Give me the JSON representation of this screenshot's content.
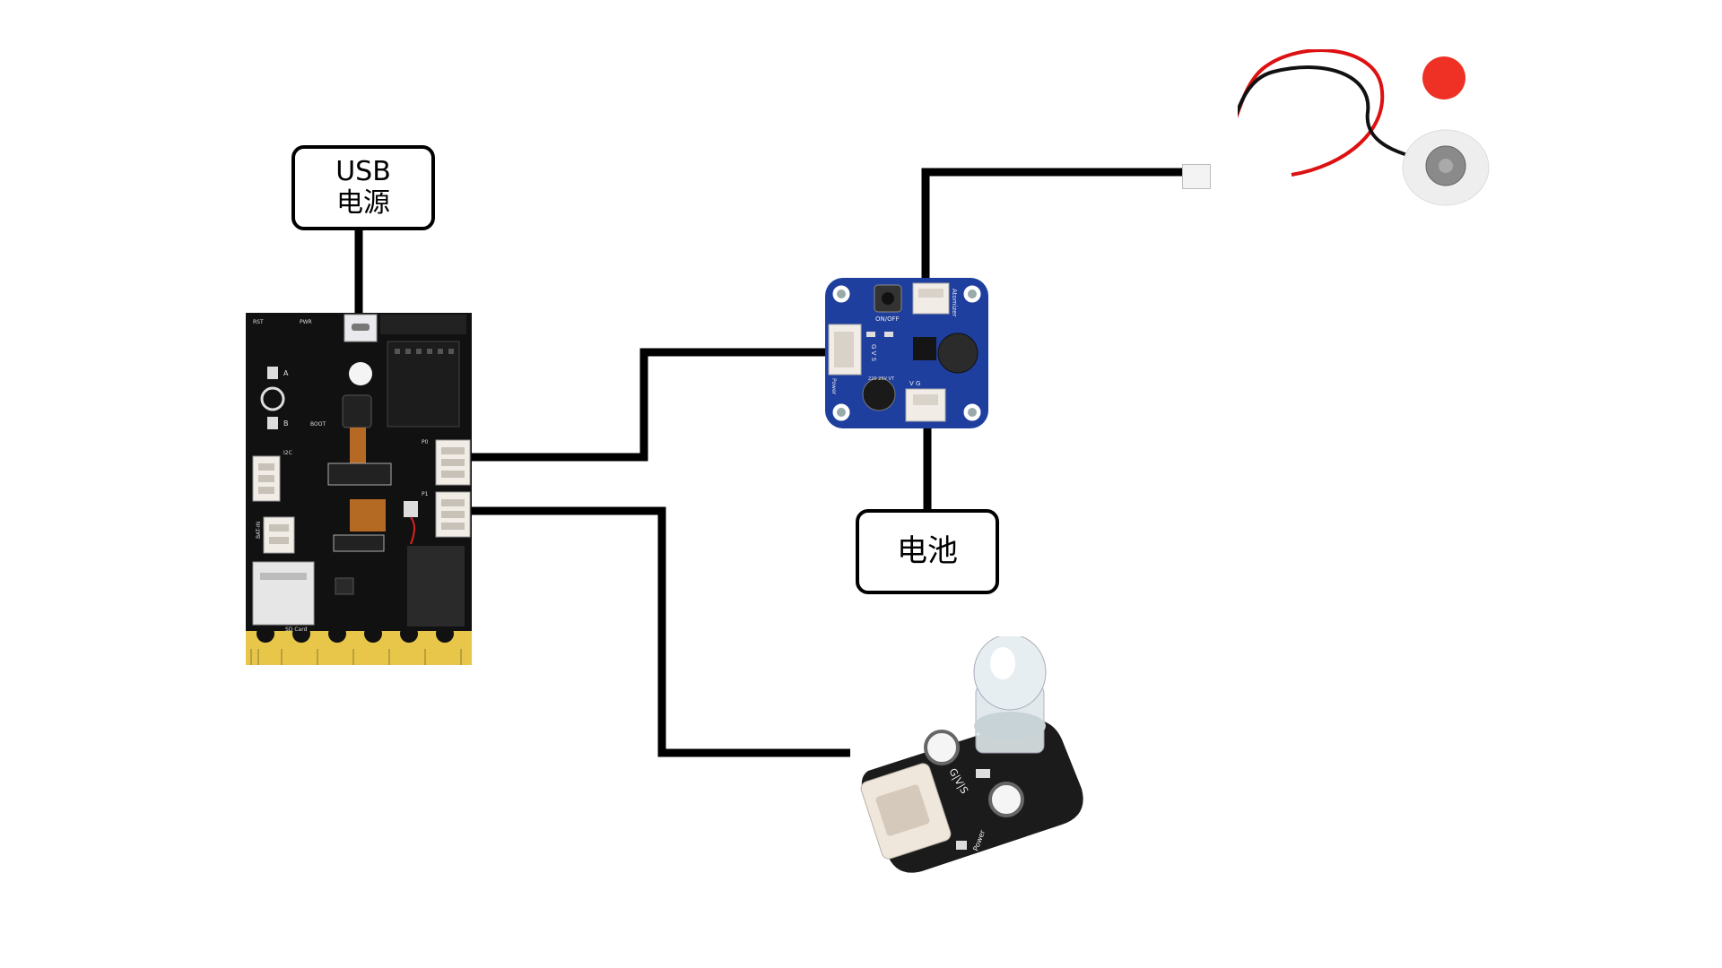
{
  "labels": {
    "usb_line1": "USB",
    "usb_line2": "电源",
    "battery": "电池"
  },
  "silkscreen": {
    "main_rst": "RST",
    "main_pwr": "PWR",
    "main_a": "A",
    "main_b": "B",
    "main_boot": "BOOT",
    "main_i2c": "I2C",
    "main_p0": "P0",
    "main_p1": "P1",
    "main_batin": "BAT-IN",
    "main_sdcard": "SD Card",
    "atomizer_name": "Atomizer",
    "atomizer_onoff": "ON/OFF",
    "atomizer_gvs": "G V S",
    "atomizer_power": "Power",
    "atomizer_cap": "220 25V VT",
    "atomizer_vg": "V G",
    "led_gvs": "G|V|S",
    "led_power": "Power"
  },
  "colors": {
    "wire": "#000000",
    "pcb_black": "#111111",
    "pcb_blue": "#1f3f9e",
    "gold": "#e8c64a",
    "connector": "#f1ede6",
    "led_dot": "#ee3124"
  }
}
